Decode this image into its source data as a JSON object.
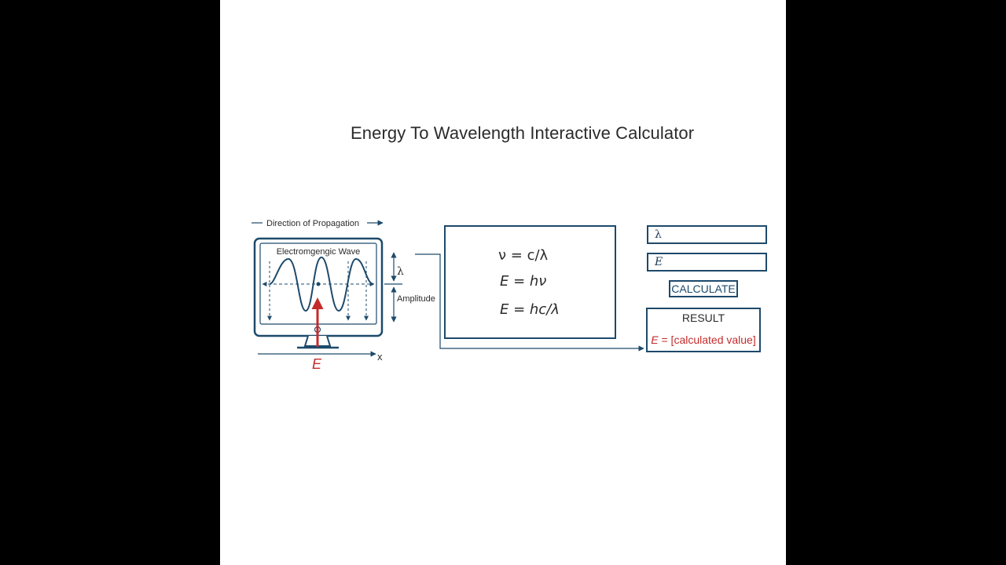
{
  "title": "Energy To Wavelength Interactive Calculator",
  "diagram": {
    "direction_label": "Direction of Propagation",
    "wave_label": "Electromgengic Wave",
    "lambda_symbol": "λ",
    "amplitude_label": "Amplitude",
    "energy_symbol": "E",
    "x_axis_label": "x"
  },
  "formulas": {
    "line1": "ν = c/λ",
    "line2": "E = hν",
    "line3": "E = hc/λ"
  },
  "calculator": {
    "wavelength_placeholder": "λ",
    "energy_placeholder": "E",
    "calculate_label": "CALCULATE",
    "result_title": "RESULT",
    "result_var": "E",
    "result_value": " = [calculated value]"
  },
  "colors": {
    "primary": "#1d4a6b",
    "accent": "#c42b2b",
    "text": "#2b2b2b"
  }
}
